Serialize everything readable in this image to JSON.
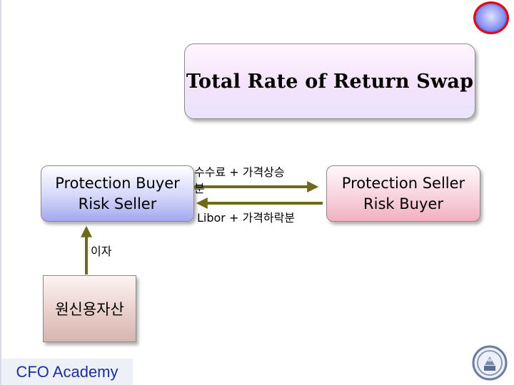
{
  "title": "Total Rate of Return Swap",
  "buyer": {
    "line1": "Protection Buyer",
    "line2": "Risk Seller"
  },
  "seller": {
    "line1": "Protection Seller",
    "line2": "Risk Buyer"
  },
  "asset": "원신용자산",
  "flows": {
    "fee_line1": "수수료 + 가격상승",
    "fee_line2": "분",
    "libor": "Libor + 가격하락분",
    "interest": "이자"
  },
  "footer": "CFO Academy",
  "colors": {
    "arrow": "#6e6a1c",
    "footer_text": "#1a2e9c",
    "corner_ring": "#e8000f"
  },
  "icons": [
    "corner-circle-icon",
    "university-emblem-icon"
  ]
}
